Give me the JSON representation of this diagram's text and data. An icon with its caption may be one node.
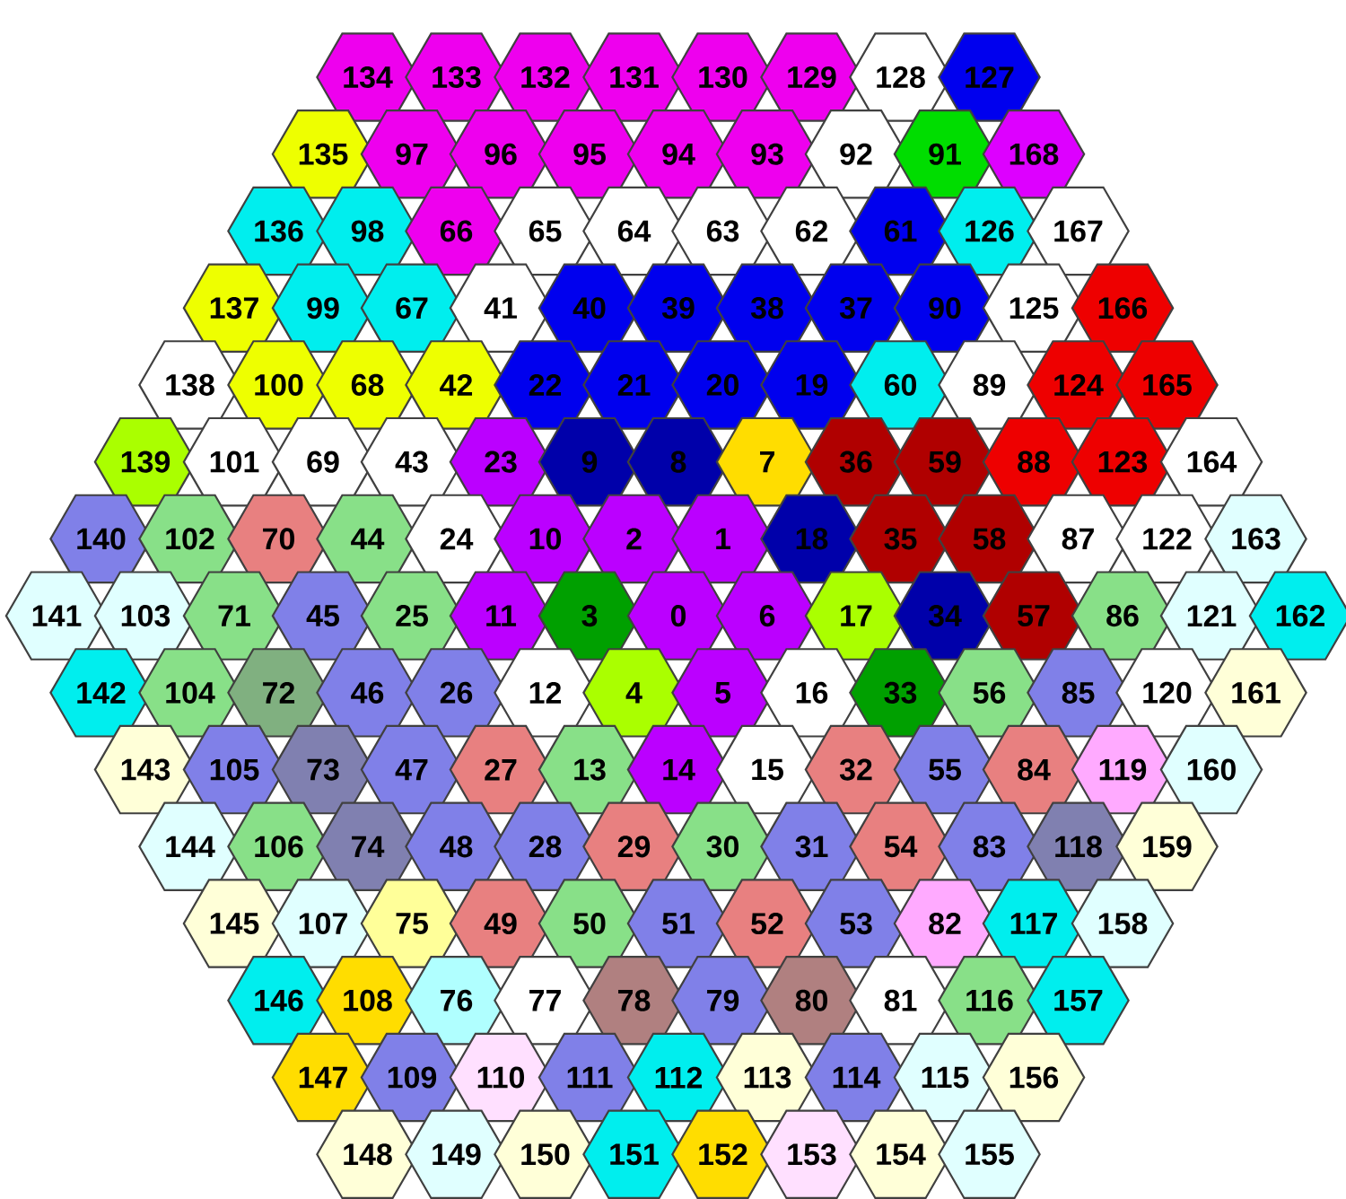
{
  "diagram": {
    "nodes": [
      {
        "text": [
          "134"
        ]
      },
      {
        "text": [
          "133"
        ]
      },
      {
        "text": [
          "132"
        ]
      },
      {
        "text": [
          "131"
        ]
      },
      {
        "text": [
          "130"
        ]
      },
      {
        "text": [
          "129"
        ]
      },
      {
        "text": [
          "128"
        ]
      },
      {
        "text": [
          "127"
        ]
      },
      {
        "text": [
          "135"
        ]
      },
      {
        "text": [
          "97"
        ]
      },
      {
        "text": [
          "96"
        ]
      },
      {
        "text": [
          "95"
        ]
      },
      {
        "text": [
          "94"
        ]
      },
      {
        "text": [
          "93"
        ]
      },
      {
        "text": [
          "92"
        ]
      },
      {
        "text": [
          "91"
        ]
      },
      {
        "text": [
          "168"
        ]
      },
      {
        "text": [
          "136"
        ]
      },
      {
        "text": [
          "98"
        ]
      },
      {
        "text": [
          "66"
        ]
      },
      {
        "text": [
          "65"
        ]
      },
      {
        "text": [
          "64"
        ]
      },
      {
        "text": [
          "63"
        ]
      },
      {
        "text": [
          "62"
        ]
      },
      {
        "text": [
          "61"
        ]
      },
      {
        "text": [
          "126"
        ]
      },
      {
        "text": [
          "167"
        ]
      },
      {
        "text": [
          "137"
        ]
      },
      {
        "text": [
          "99"
        ]
      },
      {
        "text": [
          "67"
        ]
      },
      {
        "text": [
          "41"
        ]
      },
      {
        "text": [
          "40"
        ]
      },
      {
        "text": [
          "39"
        ]
      },
      {
        "text": [
          "38"
        ]
      },
      {
        "text": [
          "37"
        ]
      },
      {
        "text": [
          "90"
        ]
      },
      {
        "text": [
          "125"
        ]
      },
      {
        "text": [
          "166"
        ]
      },
      {
        "text": [
          "138"
        ]
      },
      {
        "text": [
          "100"
        ]
      },
      {
        "text": [
          "68"
        ]
      },
      {
        "text": [
          "42"
        ]
      },
      {
        "text": [
          "22"
        ]
      },
      {
        "text": [
          "21"
        ]
      },
      {
        "text": [
          "20"
        ]
      },
      {
        "text": [
          "19"
        ]
      },
      {
        "text": [
          "60"
        ]
      },
      {
        "text": [
          "89"
        ]
      },
      {
        "text": [
          "124"
        ]
      },
      {
        "text": [
          "165"
        ]
      },
      {
        "text": [
          "139"
        ]
      },
      {
        "text": [
          "101"
        ]
      },
      {
        "text": [
          "69"
        ]
      },
      {
        "text": [
          "43"
        ]
      },
      {
        "text": [
          "23"
        ]
      },
      {
        "text": [
          "9"
        ]
      },
      {
        "text": [
          "8"
        ]
      },
      {
        "text": [
          "7"
        ]
      },
      {
        "text": [
          "36"
        ]
      },
      {
        "text": [
          "59"
        ]
      },
      {
        "text": [
          "88"
        ]
      },
      {
        "text": [
          "123"
        ]
      },
      {
        "text": [
          "164"
        ]
      },
      {
        "text": [
          "140"
        ]
      },
      {
        "text": [
          "102"
        ]
      },
      {
        "text": [
          "70"
        ]
      },
      {
        "text": [
          "44"
        ]
      },
      {
        "text": [
          "24"
        ]
      },
      {
        "text": [
          "10"
        ]
      },
      {
        "text": [
          "2"
        ]
      },
      {
        "text": [
          "1"
        ]
      },
      {
        "text": [
          "18"
        ]
      },
      {
        "text": [
          "35"
        ]
      },
      {
        "text": [
          "58"
        ]
      },
      {
        "text": [
          "87"
        ]
      },
      {
        "text": [
          "122"
        ]
      },
      {
        "text": [
          "163"
        ]
      },
      {
        "text": [
          "141"
        ]
      },
      {
        "text": [
          "103"
        ]
      },
      {
        "text": [
          "71"
        ]
      },
      {
        "text": [
          "45"
        ]
      },
      {
        "text": [
          "25"
        ]
      },
      {
        "text": [
          "11"
        ]
      },
      {
        "text": [
          "3"
        ]
      },
      {
        "text": [
          "0"
        ]
      },
      {
        "text": [
          "6"
        ]
      },
      {
        "text": [
          "17"
        ]
      },
      {
        "text": [
          "34"
        ]
      },
      {
        "text": [
          "57"
        ]
      },
      {
        "text": [
          "86"
        ]
      },
      {
        "text": [
          "121"
        ]
      },
      {
        "text": [
          "162"
        ]
      },
      {
        "text": [
          "142"
        ]
      },
      {
        "text": [
          "104"
        ]
      },
      {
        "text": [
          "72"
        ]
      },
      {
        "text": [
          "46"
        ]
      },
      {
        "text": [
          "26"
        ]
      },
      {
        "text": [
          "12"
        ]
      },
      {
        "text": [
          "4"
        ]
      },
      {
        "text": [
          "5"
        ]
      },
      {
        "text": [
          "16"
        ]
      },
      {
        "text": [
          "33"
        ]
      },
      {
        "text": [
          "56"
        ]
      },
      {
        "text": [
          "85"
        ]
      },
      {
        "text": [
          "120"
        ]
      },
      {
        "text": [
          "161"
        ]
      },
      {
        "text": [
          "143"
        ]
      },
      {
        "text": [
          "105"
        ]
      },
      {
        "text": [
          "73"
        ]
      },
      {
        "text": [
          "47"
        ]
      },
      {
        "text": [
          "27"
        ]
      },
      {
        "text": [
          "13"
        ]
      },
      {
        "text": [
          "14"
        ]
      },
      {
        "text": [
          "15"
        ]
      },
      {
        "text": [
          "32"
        ]
      },
      {
        "text": [
          "55"
        ]
      },
      {
        "text": [
          "84"
        ]
      },
      {
        "text": [
          "119"
        ]
      },
      {
        "text": [
          "160"
        ]
      },
      {
        "text": [
          "144"
        ]
      },
      {
        "text": [
          "106"
        ]
      },
      {
        "text": [
          "74"
        ]
      },
      {
        "text": [
          "48"
        ]
      },
      {
        "text": [
          "28"
        ]
      },
      {
        "text": [
          "29"
        ]
      },
      {
        "text": [
          "30"
        ]
      },
      {
        "text": [
          "31"
        ]
      },
      {
        "text": [
          "54"
        ]
      },
      {
        "text": [
          "83"
        ]
      },
      {
        "text": [
          "118"
        ]
      },
      {
        "text": [
          "159"
        ]
      },
      {
        "text": [
          "145"
        ]
      },
      {
        "text": [
          "107"
        ]
      },
      {
        "text": [
          "75"
        ]
      },
      {
        "text": [
          "49"
        ]
      },
      {
        "text": [
          "50"
        ]
      },
      {
        "text": [
          "51"
        ]
      },
      {
        "text": [
          "52"
        ]
      },
      {
        "text": [
          "53"
        ]
      },
      {
        "text": [
          "82"
        ]
      },
      {
        "text": [
          "117"
        ]
      },
      {
        "text": [
          "158"
        ]
      },
      {
        "text": [
          "146"
        ]
      },
      {
        "text": [
          "108"
        ]
      },
      {
        "text": [
          "76"
        ]
      },
      {
        "text": [
          "77"
        ]
      },
      {
        "text": [
          "78"
        ]
      },
      {
        "text": [
          "79"
        ]
      },
      {
        "text": [
          "80"
        ]
      },
      {
        "text": [
          "81"
        ]
      },
      {
        "text": [
          "116"
        ]
      },
      {
        "text": [
          "157"
        ]
      },
      {
        "text": [
          "147"
        ]
      },
      {
        "text": [
          "109"
        ]
      },
      {
        "text": [
          "110"
        ]
      },
      {
        "text": [
          "111"
        ]
      },
      {
        "text": [
          "112"
        ]
      },
      {
        "text": [
          "113"
        ]
      },
      {
        "text": [
          "114"
        ]
      },
      {
        "text": [
          "115"
        ]
      },
      {
        "text": [
          "156"
        ]
      },
      {
        "text": [
          "148"
        ]
      },
      {
        "text": [
          "149"
        ]
      },
      {
        "text": [
          "150"
        ]
      },
      {
        "text": [
          "151"
        ]
      },
      {
        "text": [
          "152"
        ]
      },
      {
        "text": [
          "153"
        ]
      },
      {
        "text": [
          "154"
        ]
      },
      {
        "text": [
          "155"
        ]
      }
    ]
  }
}
